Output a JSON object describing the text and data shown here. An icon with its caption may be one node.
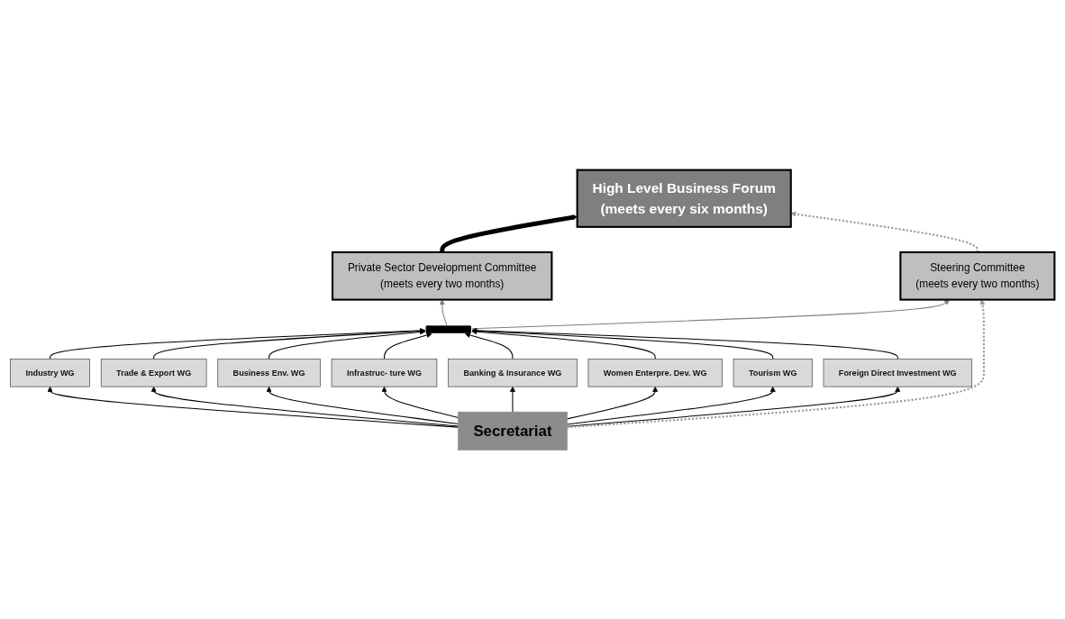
{
  "diagram": {
    "nodes": [
      {
        "text": [
          "High Level Business Forum",
          "(meets every six months)"
        ]
      },
      {
        "text": [
          "Private Sector Development Committee",
          "(meets every two months)"
        ]
      },
      {
        "text": [
          "Steering Committee",
          "(meets every two months)"
        ]
      },
      {
        "text": [],
        "shape": "bar"
      },
      {
        "text": [
          "Industry WG"
        ]
      },
      {
        "text": [
          "Trade & Export WG"
        ]
      },
      {
        "text": [
          "Business Env. WG"
        ]
      },
      {
        "text": [
          "Infrastruc- ture WG"
        ]
      },
      {
        "text": [
          "Banking & Insurance WG"
        ]
      },
      {
        "text": [
          "Women Enterpre. Dev. WG"
        ]
      },
      {
        "text": [
          "Tourism WG"
        ]
      },
      {
        "text": [
          "Foreign Direct Investment WG"
        ]
      },
      {
        "text": [
          "Secretariat"
        ]
      }
    ],
    "edges": [
      {
        "from": 1,
        "to": 0,
        "arrow": "to",
        "style": "thick"
      },
      {
        "from": 2,
        "to": 0,
        "arrow": "to",
        "style": "dashed",
        "color": "#999999"
      },
      {
        "from": 3,
        "to": 1,
        "arrow": "to",
        "color": "#808080"
      },
      {
        "from": 3,
        "to": 2,
        "arrow": "to",
        "color": "#808080"
      },
      {
        "from": 4,
        "to": 3,
        "arrow": "to"
      },
      {
        "from": 5,
        "to": 3,
        "arrow": "to"
      },
      {
        "from": 6,
        "to": 3,
        "arrow": "to"
      },
      {
        "from": 7,
        "to": 3,
        "arrow": "to"
      },
      {
        "from": 8,
        "to": 3,
        "arrow": "to"
      },
      {
        "from": 9,
        "to": 3,
        "arrow": "to"
      },
      {
        "from": 10,
        "to": 3,
        "arrow": "to"
      },
      {
        "from": 11,
        "to": 3,
        "arrow": "to"
      },
      {
        "from": 12,
        "to": 4,
        "arrow": "to"
      },
      {
        "from": 12,
        "to": 5,
        "arrow": "to"
      },
      {
        "from": 12,
        "to": 6,
        "arrow": "to"
      },
      {
        "from": 12,
        "to": 7,
        "arrow": "to"
      },
      {
        "from": 12,
        "to": 8,
        "arrow": "to"
      },
      {
        "from": 12,
        "to": 9,
        "arrow": "to"
      },
      {
        "from": 12,
        "to": 10,
        "arrow": "to"
      },
      {
        "from": 12,
        "to": 11,
        "arrow": "to"
      },
      {
        "from": 12,
        "to": 2,
        "arrow": "to",
        "style": "dashed",
        "color": "#999999"
      }
    ]
  }
}
